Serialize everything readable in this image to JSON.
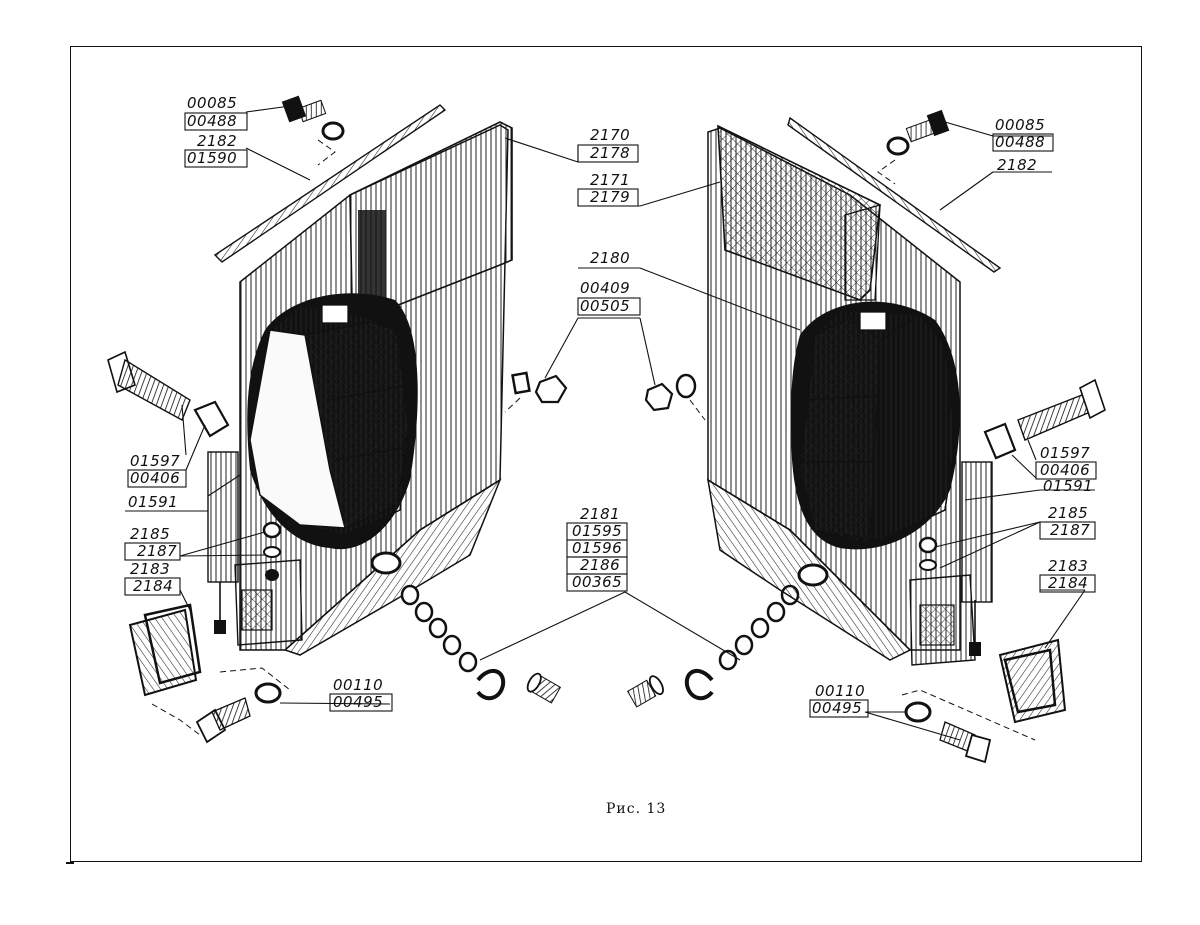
{
  "figure": {
    "caption": "Рис. 13"
  },
  "left_assembly": {
    "labels": {
      "a1": "00085",
      "a2": "00488",
      "b1": "2182",
      "b2": "01590",
      "c1": "01597",
      "c2": "00406",
      "d1": "01591",
      "e1": "2185",
      "e2": "2187",
      "f1": "2183",
      "f2": "2184",
      "g1": "00110",
      "g2": "00495"
    }
  },
  "center": {
    "labels": {
      "h1": "2170",
      "h2": "2178",
      "i1": "2171",
      "i2": "2179",
      "j1": "2180",
      "k1": "00409",
      "k2": "00505",
      "m1": "2181",
      "m2": "01595",
      "m3": "01596",
      "m4": "2186",
      "m5": "00365"
    }
  },
  "right_assembly": {
    "labels": {
      "a1": "00085",
      "a2": "00488",
      "b1": "2182",
      "c1": "01597",
      "c2": "00406",
      "d1": "01591",
      "e1": "2185",
      "e2": "2187",
      "f1": "2183",
      "f2": "2184",
      "g1": "00110",
      "g2": "00495"
    }
  }
}
